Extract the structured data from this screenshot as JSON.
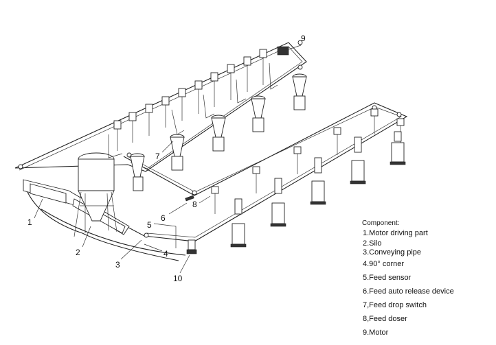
{
  "callouts": [
    "1",
    "2",
    "3",
    "4",
    "5",
    "6",
    "7",
    "8",
    "9",
    "10"
  ],
  "legend": {
    "title": "Component:",
    "items": [
      "1.Motor driving part",
      "2.Silo",
      "3.Conveying pipe",
      "4.90° corner",
      "5.Feed sensor",
      "6.Feed auto release device",
      "7,Feed drop switch",
      "8,Feed doser",
      "9.Motor"
    ]
  }
}
